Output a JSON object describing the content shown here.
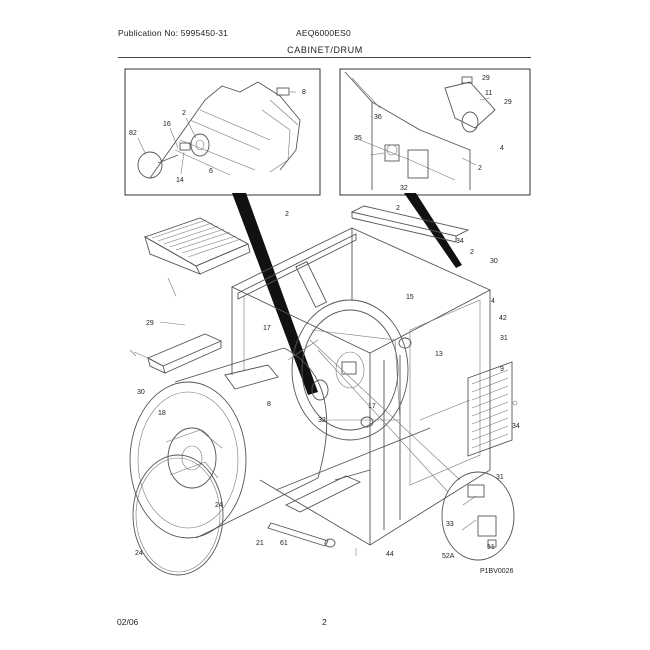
{
  "header": {
    "publication": "Publication No: 5995450-31",
    "model": "AEQ6000ES0",
    "section": "CABINET/DRUM"
  },
  "footer": {
    "date": "02/06",
    "page": "2"
  },
  "figure": {
    "code": "P1BV0026",
    "callouts": {
      "c_82": "82",
      "c_16": "16",
      "c_2a": "2",
      "c_8a": "8",
      "c_14": "14",
      "c_6a": "6",
      "c_29a": "29",
      "c_11": "11",
      "c_29b": "29",
      "c_36": "36",
      "c_35": "35",
      "c_4a": "4",
      "c_2b": "2",
      "c_32a": "32",
      "c_2c": "2",
      "c_2d": "2",
      "c_34a": "34",
      "c_2e": "2",
      "c_30a": "30",
      "c_15": "15",
      "c_4b": "4",
      "c_42": "42",
      "c_29c": "29",
      "c_17a": "17",
      "c_31a": "31",
      "c_13": "13",
      "c_9": "9",
      "c_30b": "30",
      "c_18": "18",
      "c_8b": "8",
      "c_17b": "17",
      "c_32b": "32",
      "c_34b": "34",
      "c_24a": "24",
      "c_31b": "31",
      "c_33": "33",
      "c_51": "51",
      "c_24b": "24",
      "c_21": "21",
      "c_61": "61",
      "c_44": "44",
      "c_52a": "52A"
    }
  }
}
